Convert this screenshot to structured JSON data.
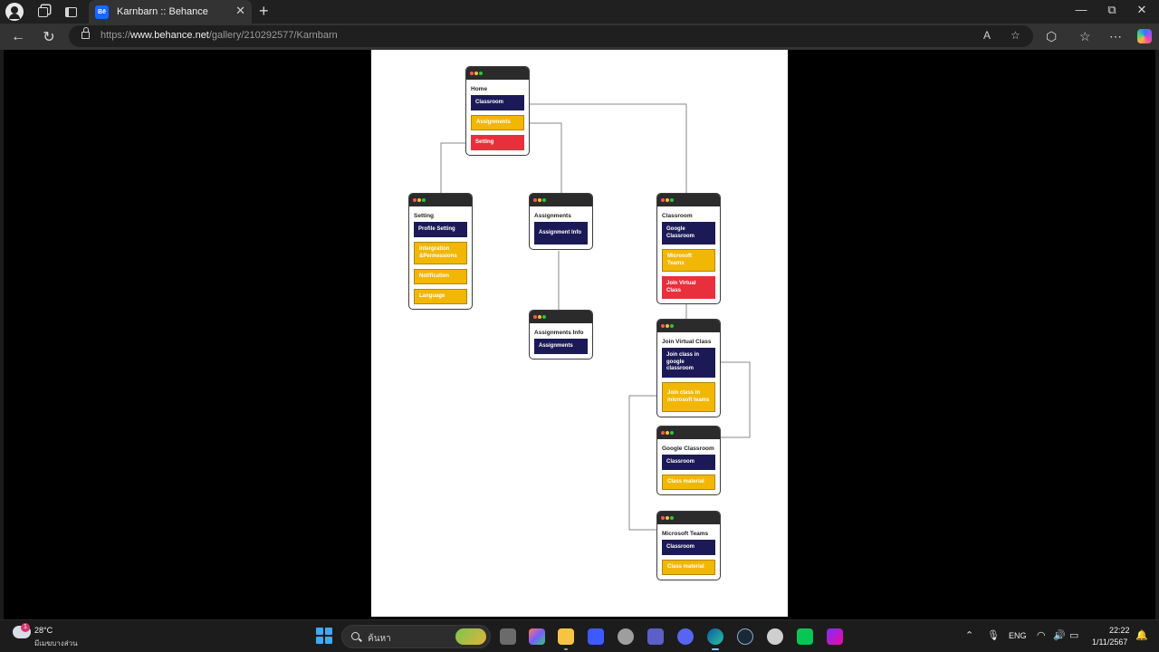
{
  "browser": {
    "tab_title": "Karnbarn :: Behance",
    "favicon_text": "Bē",
    "url_prefix": "https://",
    "url_host": "www.behance.net",
    "url_path": "/gallery/210292577/Karnbarn"
  },
  "icons": {
    "back": "←",
    "refresh": "↻",
    "close": "✕",
    "new_tab": "+",
    "minimize": "—",
    "restore": "⧉",
    "read_aloud": "A",
    "favorite": "☆",
    "extensions": "⬡",
    "favorites": "☆",
    "more": "⋯"
  },
  "flow": {
    "home": {
      "title": "Home",
      "buttons": [
        "Classroom",
        "Assignments",
        "Setting"
      ]
    },
    "setting": {
      "title": "Setting",
      "buttons": [
        "Profile Setting",
        "Intergration &Permessions",
        "Notification",
        "Language"
      ]
    },
    "assignments": {
      "title": "Assignments",
      "buttons": [
        "Assignment Info"
      ]
    },
    "assignments_info": {
      "title": "Assignments Info",
      "buttons": [
        "Assignments"
      ]
    },
    "classroom": {
      "title": "Classroom",
      "buttons": [
        "Google Classroom",
        "Microsoft Teams",
        "Join Virtual Class"
      ]
    },
    "join_virtual": {
      "title": "Join Virtual Class",
      "buttons": [
        "Join class in google classroom",
        "Join class in microsoft teams"
      ]
    },
    "google_classroom": {
      "title": "Google Classroom",
      "buttons": [
        "Classroom",
        "Class material"
      ]
    },
    "microsoft_teams": {
      "title": "Microsoft Teams",
      "buttons": [
        "Classroom",
        "Class material"
      ]
    }
  },
  "colors": {
    "navy": "#1c1a56",
    "yellow": "#f2b705",
    "red": "#e8303c"
  },
  "taskbar": {
    "weather_temp": "28°C",
    "weather_desc": "มีเมฆบางส่วน",
    "weather_badge": "1",
    "search_placeholder": "ค้นหา",
    "language": "ENG",
    "time": "22:22",
    "date": "1/11/2567"
  }
}
